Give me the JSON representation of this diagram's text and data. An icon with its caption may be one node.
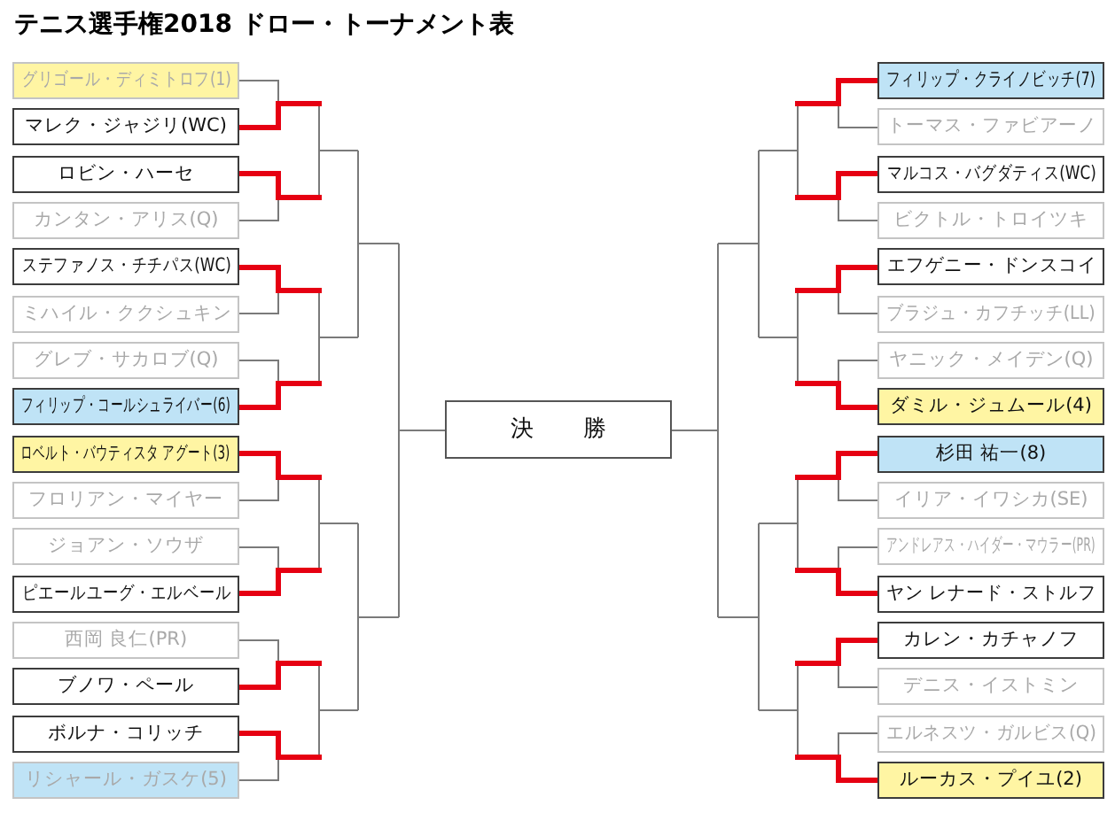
{
  "diagram": {
    "title": "テニス選手権2018 ドロー・トーナメント表",
    "nodes": [
      {
        "text": [
          "グリゴール・ディミトロフ(1)"
        ]
      },
      {
        "text": [
          "マレク・ジャジリ(WC)"
        ]
      },
      {
        "text": [
          "ロビン・ハーセ"
        ]
      },
      {
        "text": [
          "カンタン・アリス(Q)"
        ]
      },
      {
        "text": [
          "ステファノス・チチパス(WC)"
        ]
      },
      {
        "text": [
          "ミハイル・ククシュキン"
        ]
      },
      {
        "text": [
          "グレブ・サカロブ(Q)"
        ]
      },
      {
        "text": [
          "フィリップ・コールシュライバー(6)"
        ]
      },
      {
        "text": [
          "ロベルト・バウティスタ アグート(3)"
        ]
      },
      {
        "text": [
          "フロリアン・マイヤー"
        ]
      },
      {
        "text": [
          "ジョアン・ソウザ"
        ]
      },
      {
        "text": [
          "ピエールユーグ・エルベール"
        ]
      },
      {
        "text": [
          "西岡 良仁(PR)"
        ]
      },
      {
        "text": [
          "ブノワ・ペール"
        ]
      },
      {
        "text": [
          "ボルナ・コリッチ"
        ]
      },
      {
        "text": [
          "リシャール・ガスケ(5)"
        ]
      },
      {
        "text": [
          "フィリップ・クライノビッチ(7)"
        ]
      },
      {
        "text": [
          "トーマス・ファビアーノ"
        ]
      },
      {
        "text": [
          "マルコス・バグダティス(WC)"
        ]
      },
      {
        "text": [
          "ビクトル・トロイツキ"
        ]
      },
      {
        "text": [
          "エフゲニー・ドンスコイ"
        ]
      },
      {
        "text": [
          "ブラジュ・カフチッチ(LL)"
        ]
      },
      {
        "text": [
          "ヤニック・メイデン(Q)"
        ]
      },
      {
        "text": [
          "ダミル・ジュムール(4)"
        ]
      },
      {
        "text": [
          "杉田 祐一(8)"
        ]
      },
      {
        "text": [
          "イリア・イワシカ(SE)"
        ]
      },
      {
        "text": [
          "アンドレアス・ハイダー・マウラー(PR)"
        ]
      },
      {
        "text": [
          "ヤン レナード・ストルフ"
        ]
      },
      {
        "text": [
          "カレン・カチャノフ"
        ]
      },
      {
        "text": [
          "デニス・イストミン"
        ]
      },
      {
        "text": [
          "エルネスツ・ガルビス(Q)"
        ]
      },
      {
        "text": [
          "ルーカス・プイユ(2)"
        ]
      },
      {
        "text": [
          "決 勝"
        ]
      }
    ],
    "edges": [
      {
        "from": 0,
        "to": 32,
        "arrow": "none"
      },
      {
        "from": 1,
        "to": 32,
        "arrow": "none"
      },
      {
        "from": 2,
        "to": 32,
        "arrow": "none"
      },
      {
        "from": 3,
        "to": 32,
        "arrow": "none"
      },
      {
        "from": 4,
        "to": 32,
        "arrow": "none"
      },
      {
        "from": 5,
        "to": 32,
        "arrow": "none"
      },
      {
        "from": 6,
        "to": 32,
        "arrow": "none"
      },
      {
        "from": 7,
        "to": 32,
        "arrow": "none"
      },
      {
        "from": 8,
        "to": 32,
        "arrow": "none"
      },
      {
        "from": 9,
        "to": 32,
        "arrow": "none"
      },
      {
        "from": 10,
        "to": 32,
        "arrow": "none"
      },
      {
        "from": 11,
        "to": 32,
        "arrow": "none"
      },
      {
        "from": 12,
        "to": 32,
        "arrow": "none"
      },
      {
        "from": 13,
        "to": 32,
        "arrow": "none"
      },
      {
        "from": 14,
        "to": 32,
        "arrow": "none"
      },
      {
        "from": 15,
        "to": 32,
        "arrow": "none"
      },
      {
        "from": 16,
        "to": 32,
        "arrow": "none"
      },
      {
        "from": 17,
        "to": 32,
        "arrow": "none"
      },
      {
        "from": 18,
        "to": 32,
        "arrow": "none"
      },
      {
        "from": 19,
        "to": 32,
        "arrow": "none"
      },
      {
        "from": 20,
        "to": 32,
        "arrow": "none"
      },
      {
        "from": 21,
        "to": 32,
        "arrow": "none"
      },
      {
        "from": 22,
        "to": 32,
        "arrow": "none"
      },
      {
        "from": 23,
        "to": 32,
        "arrow": "none"
      },
      {
        "from": 24,
        "to": 32,
        "arrow": "none"
      },
      {
        "from": 25,
        "to": 32,
        "arrow": "none"
      },
      {
        "from": 26,
        "to": 32,
        "arrow": "none"
      },
      {
        "from": 27,
        "to": 32,
        "arrow": "none"
      },
      {
        "from": 28,
        "to": 32,
        "arrow": "none"
      },
      {
        "from": 29,
        "to": 32,
        "arrow": "none"
      },
      {
        "from": 30,
        "to": 32,
        "arrow": "none"
      },
      {
        "from": 31,
        "to": 32,
        "arrow": "none"
      }
    ]
  }
}
